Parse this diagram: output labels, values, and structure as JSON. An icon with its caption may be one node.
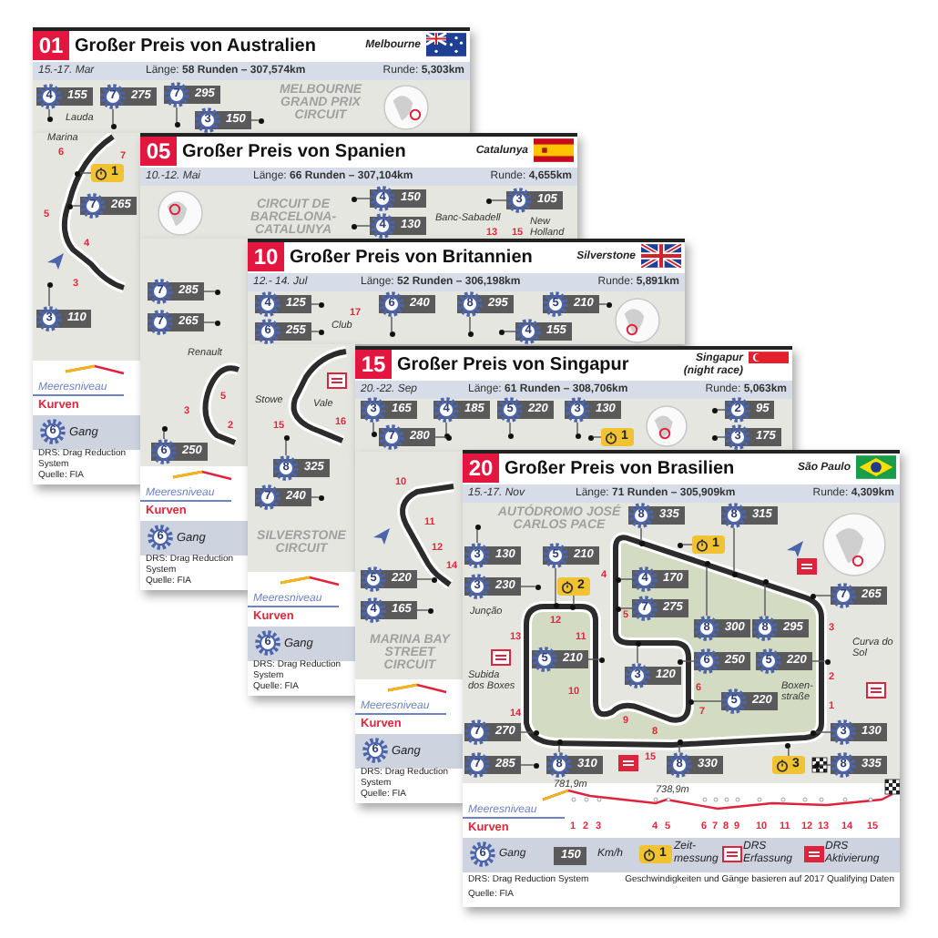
{
  "diagram": {
    "nodes": [
      {
        "text": [
          "01",
          "Großer Preis von Australien",
          "Melbourne",
          "15.-17. Mar",
          "Länge: **58 Runden – 307,574km**",
          "Runde: **5,303km**"
        ]
      },
      {
        "text": [
          "05",
          "Großer Preis von Spanien",
          "Catalunya",
          "10.-12. Mai",
          "Länge: **66 Runden – 307,104km**",
          "Runde: **4,655km**"
        ]
      },
      {
        "text": [
          "10",
          "Großer Preis von Britannien",
          "Silverstone",
          "12.- 14. Jul",
          "Länge: **52 Runden – 306,198km**",
          "Runde: **5,891km**"
        ]
      },
      {
        "text": [
          "15",
          "Großer Preis von Singapur",
          "Singapur (night race)",
          "20.-22. Sep",
          "Länge: **61 Runden – 308,706km**",
          "Runde: **5,063km**"
        ]
      },
      {
        "text": [
          "20",
          "Großer Preis von Brasilien",
          "São Paulo",
          "15.-17. Nov",
          "Länge: **71 Runden – 305,909km**",
          "Runde: **4,309km**"
        ]
      },
      {
        "text": [
          "4",
          "155"
        ],
        "in": 0
      },
      {
        "text": [
          "7",
          "275"
        ],
        "in": 0
      },
      {
        "text": [
          "7",
          "295"
        ],
        "in": 0
      },
      {
        "text": [
          "3",
          "150"
        ],
        "in": 0
      },
      {
        "text": [
          "7",
          "265"
        ]
      },
      {
        "text": [
          "3",
          "110"
        ]
      },
      {
        "text": [
          "1"
        ]
      },
      {
        "text": [
          "4",
          "150"
        ],
        "in": 1
      },
      {
        "text": [
          "4",
          "130"
        ],
        "in": 1
      },
      {
        "text": [
          "3",
          "105"
        ],
        "in": 1
      },
      {
        "text": [
          "7",
          "285"
        ]
      },
      {
        "text": [
          "7",
          "265"
        ]
      },
      {
        "text": [
          "6",
          "250"
        ]
      },
      {
        "text": [
          "4",
          "125"
        ],
        "in": 2
      },
      {
        "text": [
          "6",
          "255"
        ],
        "in": 2
      },
      {
        "text": [
          "6",
          "240"
        ],
        "in": 2
      },
      {
        "text": [
          "8",
          "295"
        ],
        "in": 2
      },
      {
        "text": [
          "5",
          "210"
        ],
        "in": 2
      },
      {
        "text": [
          "4",
          "155"
        ],
        "in": 2
      },
      {
        "text": [
          "3",
          "165"
        ],
        "in": 3
      },
      {
        "text": [
          "4",
          "185"
        ],
        "in": 3
      },
      {
        "text": [
          "5",
          "220"
        ],
        "in": 3
      },
      {
        "text": [
          "3",
          "130"
        ],
        "in": 3
      },
      {
        "text": [
          "7",
          "280"
        ],
        "in": 3
      },
      {
        "text": [
          "1"
        ],
        "in": 3
      },
      {
        "text": [
          "2",
          "95"
        ],
        "in": 3
      },
      {
        "text": [
          "3",
          "175"
        ],
        "in": 3
      },
      {
        "text": [
          "5",
          "220"
        ]
      },
      {
        "text": [
          "4",
          "165"
        ]
      },
      {
        "text": [
          "8",
          "335"
        ],
        "in": 4
      },
      {
        "text": [
          "8",
          "315"
        ],
        "in": 4
      },
      {
        "text": [
          "3",
          "130"
        ],
        "in": 4
      },
      {
        "text": [
          "5",
          "210"
        ],
        "in": 4
      },
      {
        "text": [
          "4",
          "170"
        ],
        "in": 4
      },
      {
        "text": [
          "3",
          "230"
        ],
        "in": 4
      },
      {
        "text": [
          "7",
          "275"
        ],
        "in": 4
      },
      {
        "text": [
          "8",
          "300"
        ],
        "in": 4
      },
      {
        "text": [
          "8",
          "295"
        ],
        "in": 4
      },
      {
        "text": [
          "7",
          "265"
        ],
        "in": 4
      },
      {
        "text": [
          "5",
          "210"
        ],
        "in": 4
      },
      {
        "text": [
          "3",
          "120"
        ],
        "in": 4
      },
      {
        "text": [
          "6",
          "250"
        ],
        "in": 4
      },
      {
        "text": [
          "5",
          "220"
        ],
        "in": 4
      },
      {
        "text": [
          "5",
          "220"
        ],
        "in": 4
      },
      {
        "text": [
          "3",
          "130"
        ],
        "in": 4
      },
      {
        "text": [
          "7",
          "270"
        ],
        "in": 4
      },
      {
        "text": [
          "7",
          "285"
        ],
        "in": 4
      },
      {
        "text": [
          "8",
          "310"
        ],
        "in": 4
      },
      {
        "text": [
          "8",
          "330"
        ],
        "in": 4
      },
      {
        "text": [
          "8",
          "335"
        ],
        "in": 4
      },
      {
        "text": [
          "1"
        ],
        "in": 4
      },
      {
        "text": [
          "2"
        ],
        "in": 4
      },
      {
        "text": [
          "3"
        ],
        "in": 4
      },
      {
        "text": [
          "8",
          "325"
        ]
      },
      {
        "text": [
          "7",
          "240"
        ]
      },
      {
        "text": [
          "1"
        ],
        "in": 4
      },
      {
        "text": [],
        "shape": "circle",
        "in": 0
      },
      {
        "text": [],
        "shape": "circle",
        "in": 0
      },
      {
        "text": [],
        "shape": "circle",
        "in": 0
      },
      {
        "text": [],
        "shape": "circle",
        "in": 0
      },
      {
        "text": [],
        "shape": "circle"
      },
      {
        "text": [],
        "shape": "circle"
      },
      {
        "text": [],
        "shape": "circle"
      },
      {
        "text": [],
        "shape": "circle",
        "in": 1
      },
      {
        "text": [],
        "shape": "circle",
        "in": 1
      },
      {
        "text": [],
        "shape": "circle",
        "in": 1
      },
      {
        "text": [],
        "shape": "circle"
      },
      {
        "text": [],
        "shape": "circle"
      },
      {
        "text": [],
        "shape": "circle"
      },
      {
        "text": [],
        "shape": "circle",
        "in": 2
      },
      {
        "text": [],
        "shape": "circle",
        "in": 2
      },
      {
        "text": [],
        "shape": "circle",
        "in": 2
      },
      {
        "text": [],
        "shape": "circle",
        "in": 2
      },
      {
        "text": [],
        "shape": "circle",
        "in": 2
      },
      {
        "text": [],
        "shape": "circle",
        "in": 2
      },
      {
        "text": [],
        "shape": "circle",
        "in": 3
      },
      {
        "text": [],
        "shape": "circle",
        "in": 3
      },
      {
        "text": [],
        "shape": "circle",
        "in": 3
      },
      {
        "text": [],
        "shape": "circle",
        "in": 3
      },
      {
        "text": [],
        "shape": "circle",
        "in": 3
      },
      {
        "text": [],
        "shape": "circle",
        "in": 3
      },
      {
        "text": [],
        "shape": "circle",
        "in": 3
      },
      {
        "text": [],
        "shape": "circle",
        "in": 3
      },
      {
        "text": [],
        "shape": "circle"
      },
      {
        "text": [],
        "shape": "circle"
      },
      {
        "text": [],
        "shape": "circle",
        "in": 4
      },
      {
        "text": [],
        "shape": "circle",
        "in": 4
      },
      {
        "text": [],
        "shape": "circle",
        "in": 4
      },
      {
        "text": [],
        "shape": "circle",
        "in": 4
      },
      {
        "text": [],
        "shape": "circle",
        "in": 4
      },
      {
        "text": [],
        "shape": "circle",
        "in": 4
      },
      {
        "text": [],
        "shape": "circle",
        "in": 4
      },
      {
        "text": [],
        "shape": "circle",
        "in": 4
      },
      {
        "text": [],
        "shape": "circle",
        "in": 4
      },
      {
        "text": [],
        "shape": "circle",
        "in": 4
      },
      {
        "text": [],
        "shape": "circle",
        "in": 4
      },
      {
        "text": [],
        "shape": "circle",
        "in": 4
      },
      {
        "text": [],
        "shape": "circle",
        "in": 4
      },
      {
        "text": [],
        "shape": "circle",
        "in": 4
      },
      {
        "text": [],
        "shape": "circle",
        "in": 4
      },
      {
        "text": [],
        "shape": "circle",
        "in": 4
      },
      {
        "text": [],
        "shape": "circle",
        "in": 4
      },
      {
        "text": [],
        "shape": "circle",
        "in": 4
      },
      {
        "text": [],
        "shape": "circle",
        "in": 4
      },
      {
        "text": [],
        "shape": "circle",
        "in": 4
      },
      {
        "text": [],
        "shape": "circle",
        "in": 4
      },
      {
        "text": [],
        "shape": "circle",
        "in": 4
      },
      {
        "text": [],
        "shape": "circle",
        "in": 4
      },
      {
        "text": [],
        "shape": "circle",
        "in": 4
      },
      {
        "text": [],
        "shape": "circle"
      },
      {
        "text": [],
        "shape": "circle"
      }
    ],
    "edges": [
      {
        "from": 5,
        "to": 61,
        "arrow": "none"
      },
      {
        "from": 6,
        "to": 62,
        "arrow": "none"
      },
      {
        "from": 7,
        "to": 63,
        "arrow": "none"
      },
      {
        "from": 8,
        "to": 64,
        "arrow": "none"
      },
      {
        "from": 9,
        "to": 65,
        "arrow": "none"
      },
      {
        "from": 10,
        "to": 66,
        "arrow": "none"
      },
      {
        "from": 11,
        "to": 67,
        "arrow": "none"
      },
      {
        "from": 12,
        "to": 68,
        "arrow": "none"
      },
      {
        "from": 13,
        "to": 69,
        "arrow": "none"
      },
      {
        "from": 14,
        "to": 70,
        "arrow": "none"
      },
      {
        "from": 15,
        "to": 71,
        "arrow": "none"
      },
      {
        "from": 16,
        "to": 72,
        "arrow": "none"
      },
      {
        "from": 17,
        "to": 73,
        "arrow": "none"
      },
      {
        "from": 18,
        "to": 74,
        "arrow": "none"
      },
      {
        "from": 19,
        "to": 75,
        "arrow": "none"
      },
      {
        "from": 20,
        "to": 76,
        "arrow": "none"
      },
      {
        "from": 21,
        "to": 77,
        "arrow": "none"
      },
      {
        "from": 22,
        "to": 78,
        "arrow": "none"
      },
      {
        "from": 23,
        "to": 79,
        "arrow": "none"
      },
      {
        "from": 24,
        "to": 80,
        "arrow": "none"
      },
      {
        "from": 25,
        "to": 81,
        "arrow": "none"
      },
      {
        "from": 26,
        "to": 82,
        "arrow": "none"
      },
      {
        "from": 27,
        "to": 83,
        "arrow": "none"
      },
      {
        "from": 28,
        "to": 84,
        "arrow": "none"
      },
      {
        "from": 29,
        "to": 85,
        "arrow": "none"
      },
      {
        "from": 30,
        "to": 86,
        "arrow": "none"
      },
      {
        "from": 31,
        "to": 87,
        "arrow": "none"
      },
      {
        "from": 32,
        "to": 88,
        "arrow": "none"
      },
      {
        "from": 33,
        "to": 89,
        "arrow": "none"
      },
      {
        "from": 34,
        "to": 90,
        "arrow": "none"
      },
      {
        "from": 35,
        "to": 91,
        "arrow": "none"
      },
      {
        "from": 36,
        "to": 92,
        "arrow": "none"
      },
      {
        "from": 37,
        "to": 93,
        "arrow": "none"
      },
      {
        "from": 38,
        "to": 94,
        "arrow": "none"
      },
      {
        "from": 39,
        "to": 95,
        "arrow": "none"
      },
      {
        "from": 40,
        "to": 96,
        "arrow": "none"
      },
      {
        "from": 41,
        "to": 97,
        "arrow": "none"
      },
      {
        "from": 42,
        "to": 98,
        "arrow": "none"
      },
      {
        "from": 43,
        "to": 99,
        "arrow": "none"
      },
      {
        "from": 44,
        "to": 100,
        "arrow": "none"
      },
      {
        "from": 45,
        "to": 101,
        "arrow": "none"
      },
      {
        "from": 46,
        "to": 102,
        "arrow": "none"
      },
      {
        "from": 47,
        "to": 103,
        "arrow": "none"
      },
      {
        "from": 48,
        "to": 104,
        "arrow": "none"
      },
      {
        "from": 49,
        "to": 105,
        "arrow": "none"
      },
      {
        "from": 50,
        "to": 106,
        "arrow": "none"
      },
      {
        "from": 51,
        "to": 107,
        "arrow": "none"
      },
      {
        "from": 52,
        "to": 108,
        "arrow": "none"
      },
      {
        "from": 53,
        "to": 109,
        "arrow": "none"
      },
      {
        "from": 54,
        "to": 110,
        "arrow": "none"
      },
      {
        "from": 55,
        "to": 111,
        "arrow": "none"
      },
      {
        "from": 56,
        "to": 112,
        "arrow": "none"
      },
      {
        "from": 57,
        "to": 113,
        "arrow": "none"
      },
      {
        "from": 58,
        "to": 114,
        "arrow": "none"
      },
      {
        "from": 59,
        "to": 115,
        "arrow": "none"
      }
    ],
    "labels": [
      "MELBOURNE GRAND PRIX CIRCUIT",
      "Lauda",
      "Marina",
      "6",
      "7",
      "5",
      "4",
      "3",
      "Meeresniveau",
      "Kurven",
      "6",
      "Gang",
      "DRS: Drag Reduction System",
      "Quelle: FIA",
      "CIRCUIT DE BARCELONA-CATALUNYA",
      "Banc-Sabadell",
      "13",
      "15",
      "New Holland",
      "Renault",
      "3",
      "5",
      "2",
      "Meeresniveau",
      "Kurven",
      "6",
      "Gang",
      "DRS: Drag Reduction System",
      "Quelle: FIA",
      "Club",
      "17",
      "Vale",
      "16",
      "Stowe",
      "15",
      "SILVERSTONE CIRCUIT",
      "Meeresniveau",
      "Kurven",
      "6",
      "Gang",
      "DRS: Drag Reduction System",
      "Quelle: FIA",
      "10",
      "11",
      "12",
      "14",
      "MARINA BAY STREET CIRCUIT",
      "Meeresniveau",
      "Kurven",
      "6",
      "Gang",
      "DRS: Drag Reduction System",
      "Quelle: FIA",
      "AUTÓDROMO JOSÉ CARLOS PACE",
      "Junção",
      "Subida dos Boxes",
      "Boxen-straße",
      "Curva do Sol",
      "1",
      "2",
      "3",
      "4",
      "5",
      "6",
      "7",
      "8",
      "9",
      "10",
      "11",
      "12",
      "13",
      "14",
      "15",
      "781,9m",
      "738,9m",
      "Meeresniveau",
      "Kurven",
      "1",
      "2",
      "3",
      "4",
      "5",
      "6",
      "7",
      "8",
      "9",
      "10",
      "11",
      "12",
      "13",
      "14",
      "15",
      "6",
      "150",
      "DRS: Drag Reduction System",
      "Geschwindigkeiten und Gänge basieren auf 2017 Qualifying Daten",
      "Quelle: FIA"
    ],
    "legend": [
      {
        "text": "Gang"
      },
      {
        "text": "Km/h"
      },
      {
        "text": "Zeit-messung"
      },
      {
        "text": "DRS Erfassung"
      },
      {
        "text": "DRS Aktivierung"
      }
    ]
  }
}
